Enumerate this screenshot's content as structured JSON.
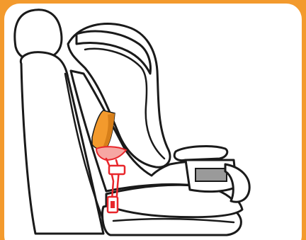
{
  "illustration": {
    "subject": "car-seat-installation",
    "colors": {
      "frame": "#f39a2d",
      "panel": "#ffffff",
      "outline": "#1a1a1a",
      "highlight_part": "#f39a2d",
      "highlight_part_shade": "#d77f1a",
      "belt_path": "#e8262b",
      "belt_fill": "#f6a7a3",
      "armrest_shade": "#9a9a9a"
    },
    "parts": [
      {
        "id": "vehicle-seat-headrest"
      },
      {
        "id": "vehicle-seat-back"
      },
      {
        "id": "vehicle-seat-cushion"
      },
      {
        "id": "car-seat-shell"
      },
      {
        "id": "car-seat-backrest-wing"
      },
      {
        "id": "car-seat-armrest"
      },
      {
        "id": "lock-off-clip"
      },
      {
        "id": "seat-belt-path"
      },
      {
        "id": "buckle"
      }
    ]
  }
}
